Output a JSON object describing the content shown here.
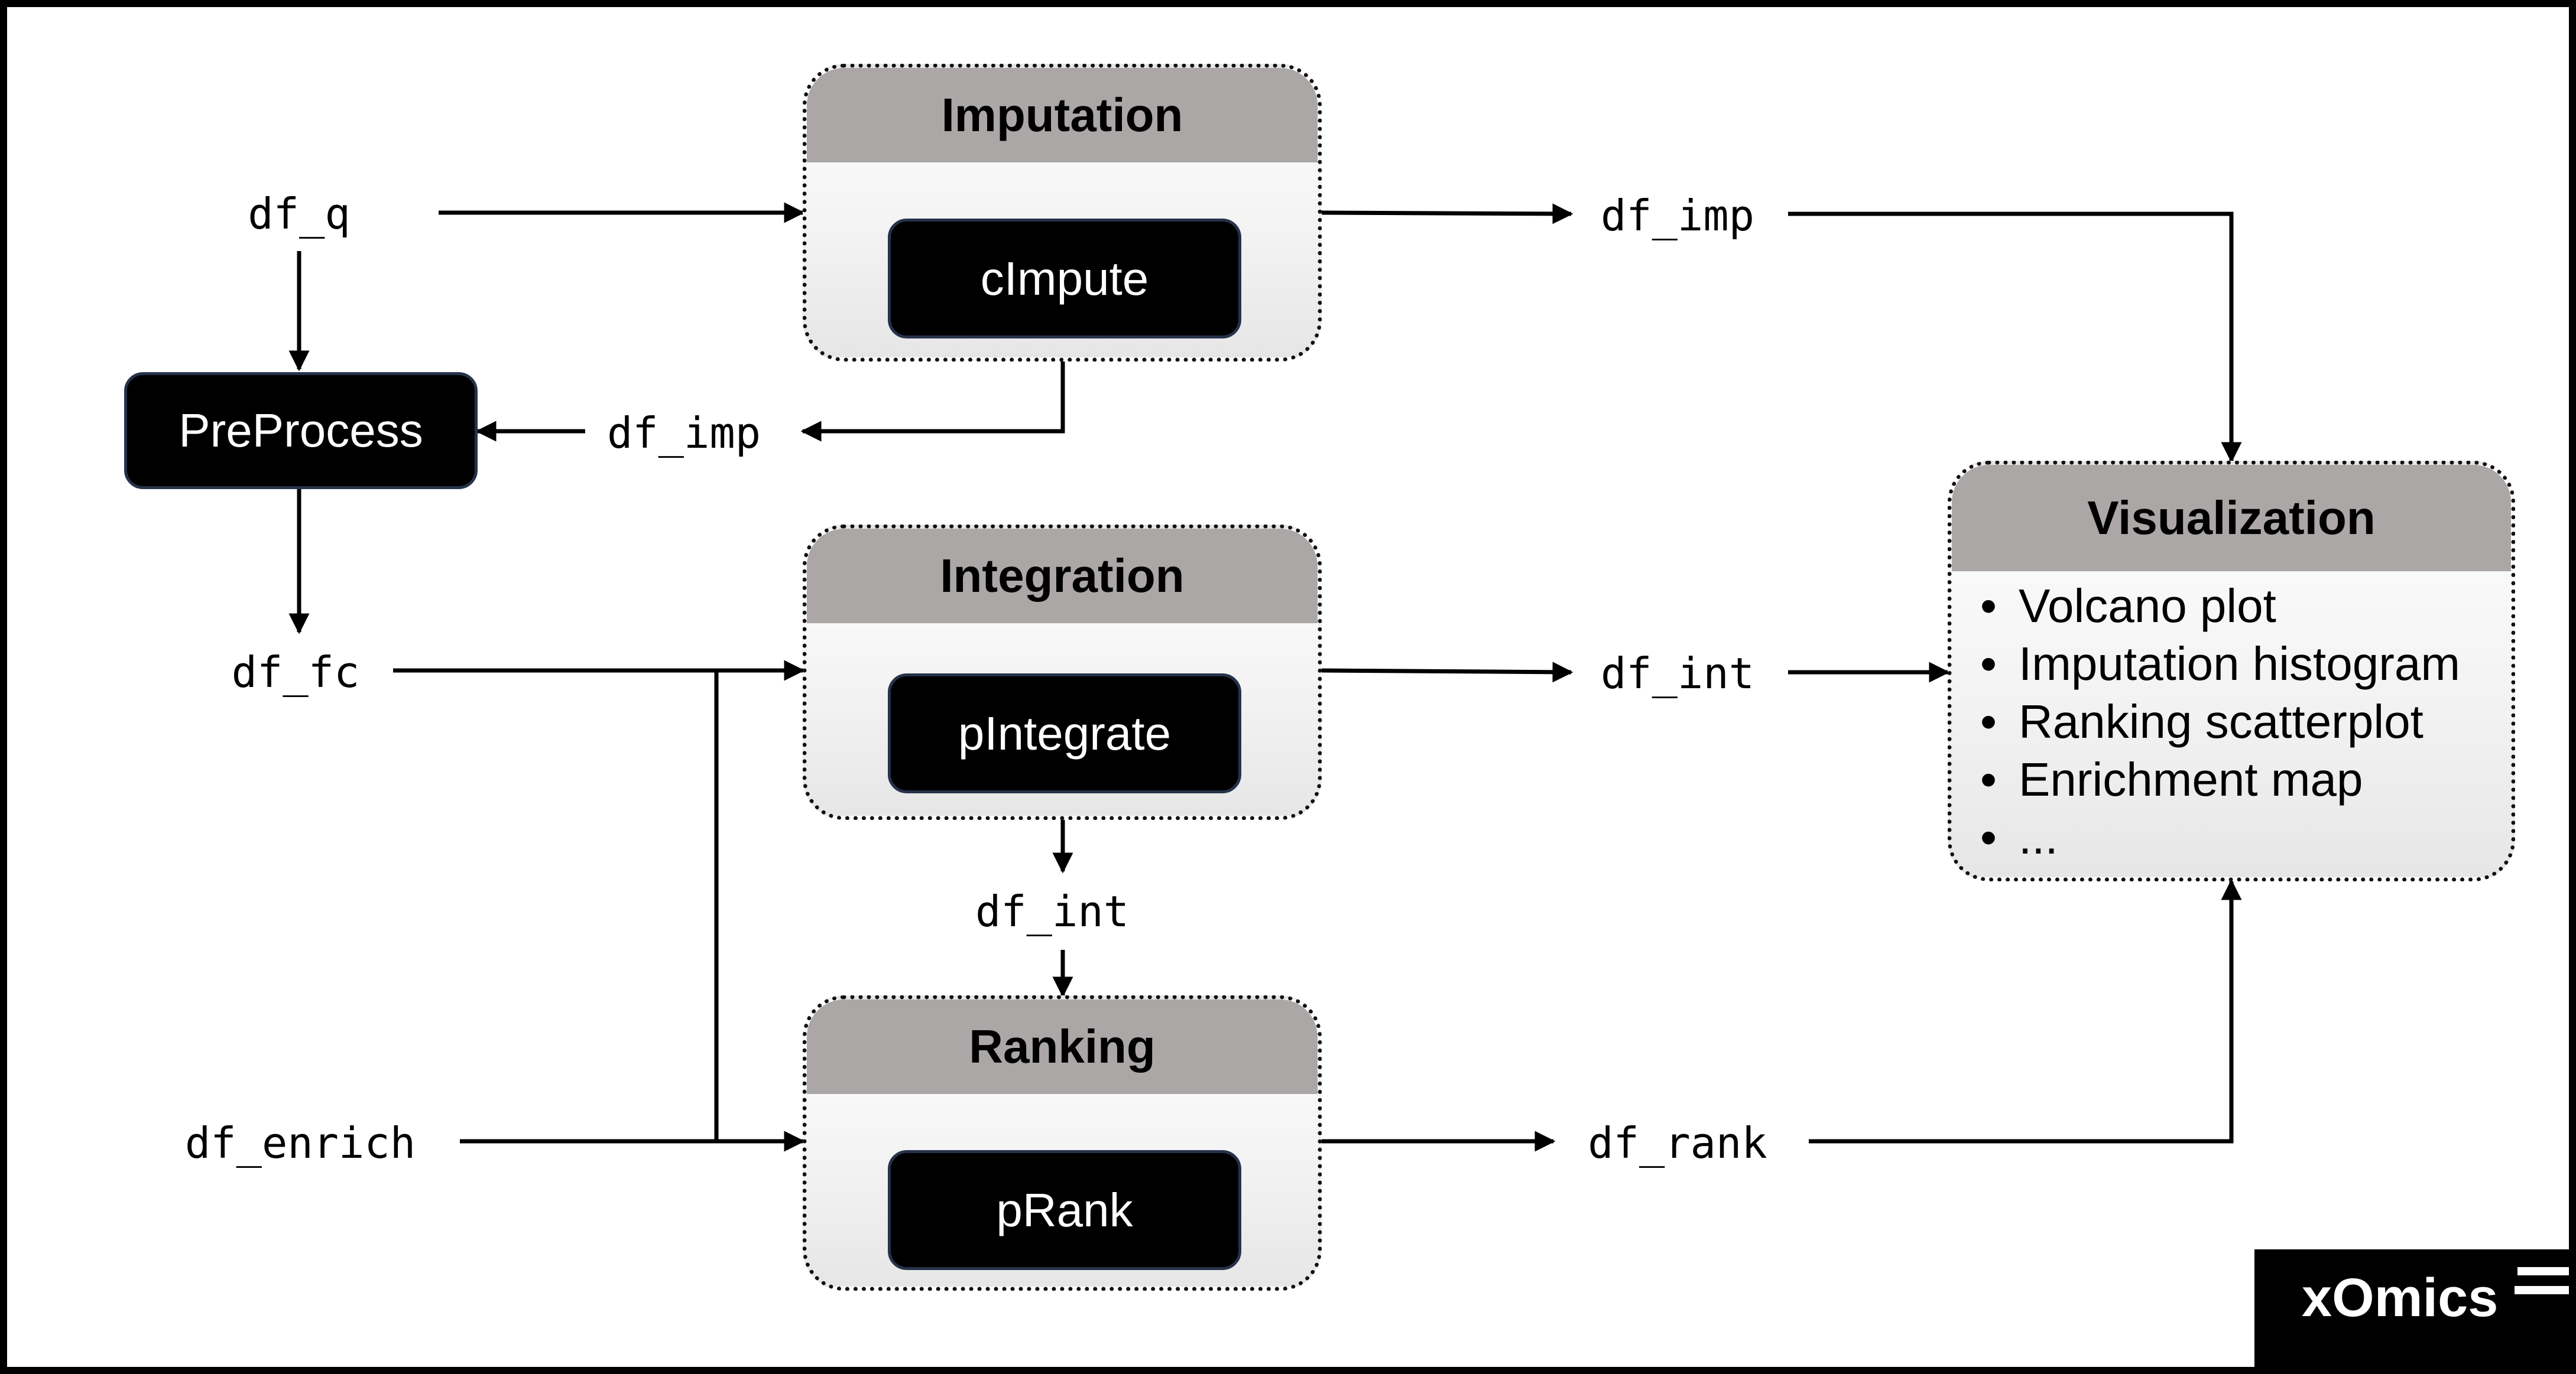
{
  "modules": {
    "imputation": {
      "title": "Imputation",
      "function": "cImpute"
    },
    "integration": {
      "title": "Integration",
      "function": "pIntegrate"
    },
    "ranking": {
      "title": "Ranking",
      "function": "pRank"
    },
    "visualization": {
      "title": "Visualization",
      "items": [
        "Volcano plot",
        "Imputation histogram",
        "Ranking scatterplot",
        "Enrichment map",
        "..."
      ]
    }
  },
  "preprocess": {
    "label": "PreProcess"
  },
  "variables": {
    "df_q": "df_q",
    "df_fc": "df_fc",
    "df_enrich": "df_enrich",
    "df_imp_out": "df_imp",
    "df_imp_back": "df_imp",
    "df_int_out": "df_int",
    "df_int_mid": "df_int",
    "df_rank": "df_rank"
  },
  "bullet_symbol": "•",
  "logo": {
    "text": "xOmics"
  }
}
